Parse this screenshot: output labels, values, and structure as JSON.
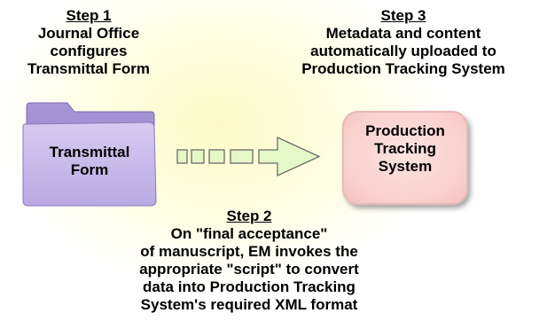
{
  "step1": {
    "heading": "Step 1",
    "lines": [
      "Journal Office",
      "configures",
      "Transmittal Form"
    ]
  },
  "step3": {
    "heading": "Step 3",
    "lines": [
      "Metadata and content",
      "automatically uploaded to",
      "Production Tracking System"
    ]
  },
  "step2": {
    "heading": "Step 2",
    "lines": [
      "On \"final acceptance\"",
      "of manuscript, EM invokes the",
      "appropriate \"script\" to convert",
      "data into Production Tracking",
      "System's required XML format"
    ]
  },
  "folder": {
    "lines": [
      "Transmittal",
      "Form"
    ]
  },
  "system": {
    "lines": [
      "Production",
      "Tracking",
      "System"
    ]
  },
  "colors": {
    "folder": "#c6b8e8",
    "system": "#f9d0cd",
    "arrow": "#e6f7c8"
  }
}
